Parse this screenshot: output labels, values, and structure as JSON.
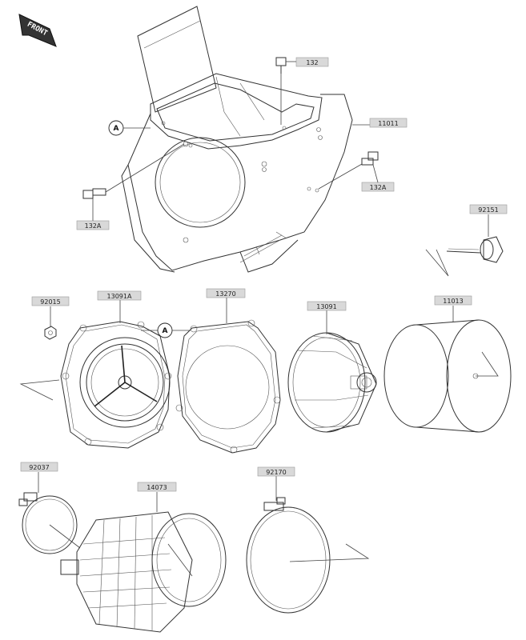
{
  "front_badge": {
    "label": "FRONT",
    "icon": "front-arrow-icon"
  },
  "ref_mark": "A",
  "callouts": {
    "p132": "132",
    "p132a_left": "132A",
    "p132a_right": "132A",
    "p11011": "11011",
    "p92151": "92151",
    "p92015": "92015",
    "p13091a": "13091A",
    "p13270": "13270",
    "p13091": "13091",
    "p11013": "11013",
    "p92037": "92037",
    "p14073": "14073",
    "p92170": "92170"
  },
  "colors": {
    "line": "#333333",
    "label_fill": "#d9d9d9",
    "background": "#ffffff"
  }
}
